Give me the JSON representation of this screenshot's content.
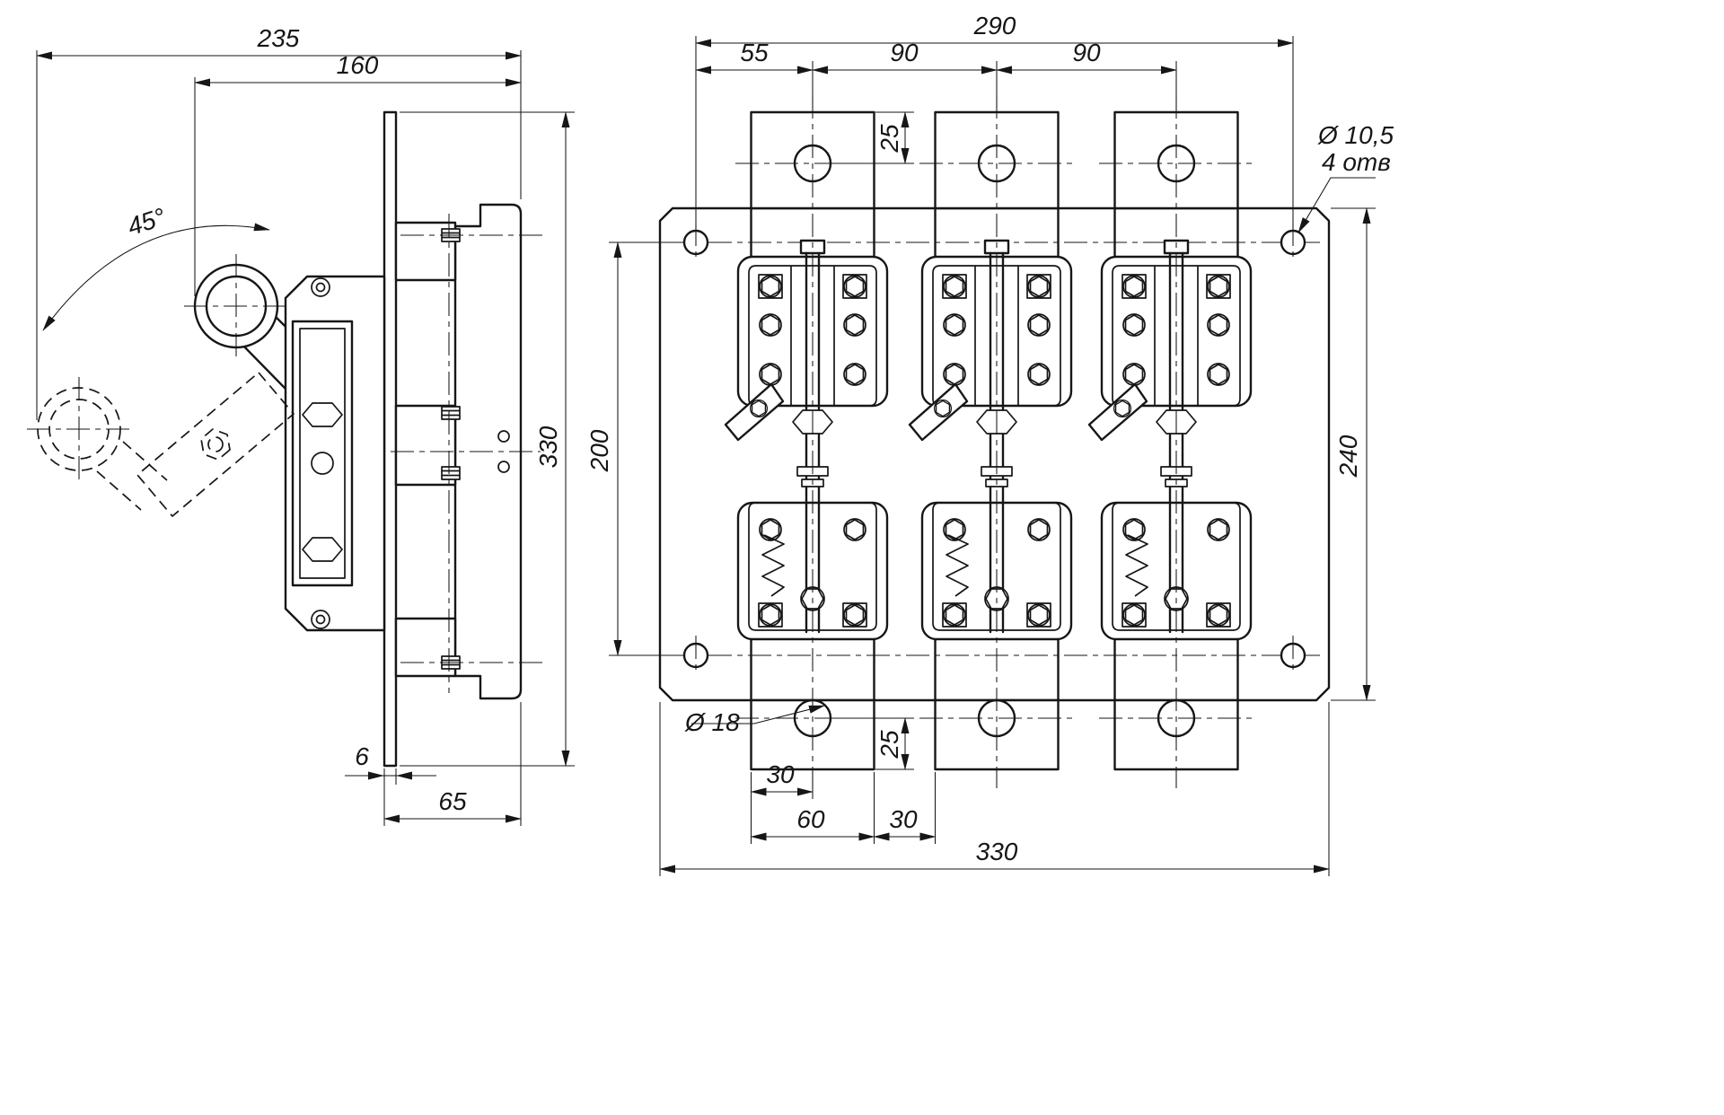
{
  "drawing": {
    "side_view": {
      "dim_width_total": "235",
      "dim_width_handle": "160",
      "dim_handle_angle": "45°",
      "dim_height_total": "330",
      "dim_panel_thickness": "6",
      "dim_base_depth": "65"
    },
    "front_view": {
      "dim_span_290": "290",
      "dim_pitch_55": "55",
      "dim_pitch_90_left": "90",
      "dim_pitch_90_right": "90",
      "dim_top_hole_offset_25": "25",
      "dim_hole_span_200": "200",
      "dim_plate_height_240": "240",
      "note_mount_hole_dia": "Ø 10,5",
      "note_mount_hole_qty": "4 отв",
      "note_terminal_hole_dia": "Ø 18",
      "dim_bottom_hole_offset_25": "25",
      "dim_hole_edge_30": "30",
      "dim_bar_width_60": "60",
      "dim_bar_gap_30": "30",
      "dim_plate_width_330": "330"
    }
  }
}
